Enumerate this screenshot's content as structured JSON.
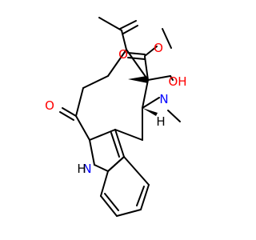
{
  "molecule": {
    "atoms": {
      "O_ketone": "O",
      "N_indole": "N",
      "H_indole": "H",
      "N_amine": "N",
      "O_methoxy": "O",
      "O_carbonyl": "O",
      "OH": "OH",
      "H_stereo": "H"
    }
  },
  "colors": {
    "bond": "#000000",
    "oxygen": "#ff0000",
    "nitrogen": "#0000ff",
    "text_default": "#000000"
  }
}
